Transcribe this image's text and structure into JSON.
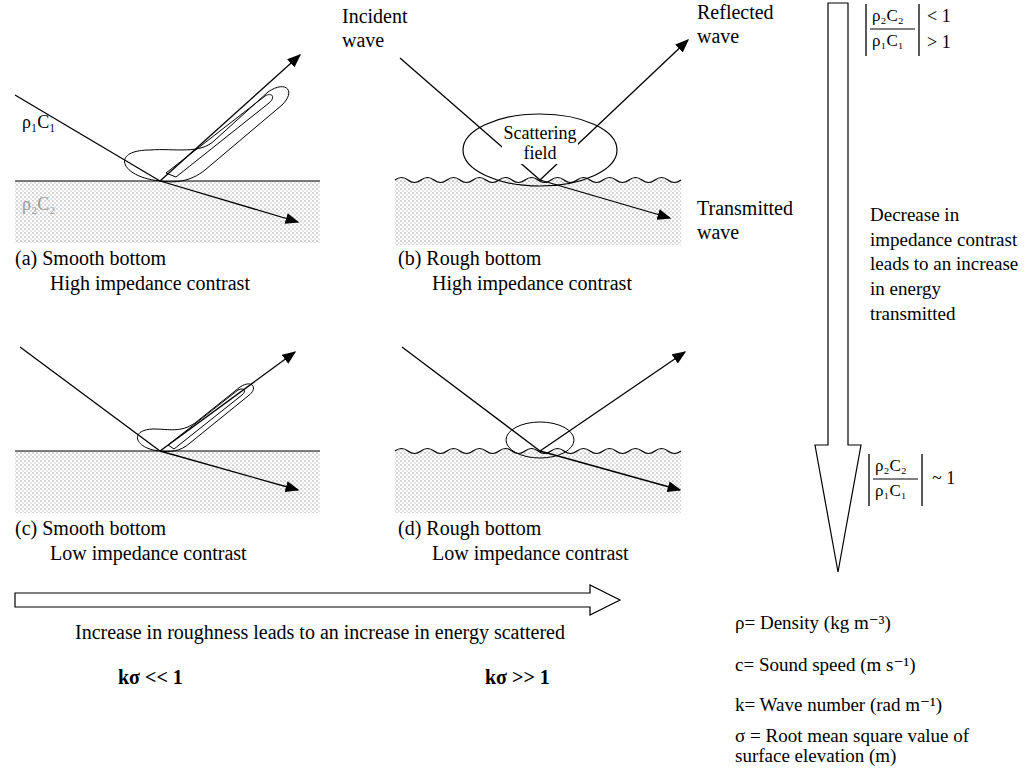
{
  "diagram": {
    "nodes": [
      {
        "text": [
          "Scattering field"
        ]
      }
    ],
    "labels": [
      "Incident wave",
      "Reflected wave",
      "ρ₁C₁",
      "ρ₂C₂",
      "Transmitted wave",
      "(a) Smooth bottom",
      "High impedance contrast",
      "(b) Rough bottom",
      "High impedance contrast",
      "(c) Smooth bottom",
      "Low impedance contrast",
      "(d) Rough bottom",
      "Low impedance contrast",
      "ρ₂C₂",
      "ρ₁C₁",
      "< 1",
      "> 1",
      "Decrease in impedance contrast leads to an increase in energy transmitted",
      "ρ₂C₂",
      "ρ₁C₁",
      "~ 1",
      "Increase in roughness leads to an increase in energy scattered",
      "kσ << 1",
      "kσ >> 1",
      "ρ= Density (kg m⁻³)",
      "c= Sound speed (m s⁻¹)",
      "k= Wave number (rad m⁻¹)",
      "σ = Root mean square value of surface elevation (m)"
    ]
  }
}
